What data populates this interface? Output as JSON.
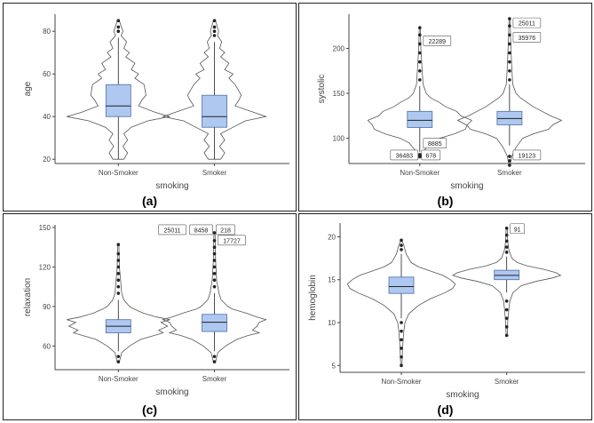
{
  "colors": {
    "box_fill": "#aec8f0",
    "box_stroke": "#4a6fa8",
    "violin_stroke": "#555555",
    "point": "#222222",
    "axis": "#444444"
  },
  "chart_data": [
    {
      "type": "violin",
      "caption": "(a)",
      "xlabel": "smoking",
      "ylabel": "age",
      "ylim": [
        18,
        88
      ],
      "yticks": [
        20,
        40,
        60,
        80
      ],
      "categories": [
        "Non-Smoker",
        "Smoker"
      ],
      "groups": [
        {
          "name": "Non-Smoker",
          "q1": 40,
          "median": 45,
          "q3": 55,
          "whisker_low": 20,
          "whisker_high": 77,
          "outliers": [
            80,
            82,
            85
          ],
          "density": [
            [
              20,
              6
            ],
            [
              23,
              10
            ],
            [
              26,
              5
            ],
            [
              29,
              10
            ],
            [
              32,
              6
            ],
            [
              35,
              14
            ],
            [
              38,
              32
            ],
            [
              40,
              56
            ],
            [
              42,
              40
            ],
            [
              45,
              22
            ],
            [
              48,
              26
            ],
            [
              50,
              30
            ],
            [
              55,
              28
            ],
            [
              58,
              18
            ],
            [
              60,
              22
            ],
            [
              62,
              14
            ],
            [
              65,
              18
            ],
            [
              68,
              8
            ],
            [
              70,
              12
            ],
            [
              72,
              6
            ],
            [
              75,
              9
            ],
            [
              78,
              3
            ],
            [
              80,
              5
            ],
            [
              85,
              1
            ]
          ]
        },
        {
          "name": "Smoker",
          "q1": 35,
          "median": 40,
          "q3": 50,
          "whisker_low": 20,
          "whisker_high": 75,
          "outliers": [
            78,
            80,
            82,
            85
          ],
          "density": [
            [
              20,
              6
            ],
            [
              23,
              10
            ],
            [
              26,
              5
            ],
            [
              29,
              10
            ],
            [
              32,
              6
            ],
            [
              35,
              18
            ],
            [
              38,
              30
            ],
            [
              40,
              50
            ],
            [
              42,
              38
            ],
            [
              45,
              20
            ],
            [
              48,
              24
            ],
            [
              50,
              26
            ],
            [
              55,
              20
            ],
            [
              58,
              14
            ],
            [
              60,
              18
            ],
            [
              62,
              10
            ],
            [
              65,
              14
            ],
            [
              68,
              6
            ],
            [
              70,
              10
            ],
            [
              72,
              5
            ],
            [
              75,
              7
            ],
            [
              78,
              3
            ],
            [
              80,
              4
            ],
            [
              85,
              1
            ]
          ]
        }
      ],
      "annotations": []
    },
    {
      "type": "violin",
      "caption": "(b)",
      "xlabel": "smoking",
      "ylabel": "systolic",
      "ylim": [
        72,
        238
      ],
      "yticks": [
        100,
        150,
        200
      ],
      "categories": [
        "Non-Smoker",
        "Smoker"
      ],
      "groups": [
        {
          "name": "Non-Smoker",
          "q1": 112,
          "median": 120,
          "q3": 130,
          "whisker_low": 85,
          "whisker_high": 158,
          "outliers": [
            80,
            82,
            165,
            175,
            185,
            195,
            205,
            215,
            223
          ],
          "density": [
            [
              78,
              1
            ],
            [
              85,
              3
            ],
            [
              95,
              10
            ],
            [
              100,
              18
            ],
            [
              105,
              32
            ],
            [
              110,
              42
            ],
            [
              115,
              44
            ],
            [
              120,
              48
            ],
            [
              125,
              38
            ],
            [
              130,
              34
            ],
            [
              135,
              24
            ],
            [
              140,
              18
            ],
            [
              145,
              10
            ],
            [
              150,
              6
            ],
            [
              160,
              3
            ],
            [
              180,
              2
            ],
            [
              200,
              1
            ],
            [
              223,
              0.5
            ]
          ]
        },
        {
          "name": "Smoker",
          "q1": 115,
          "median": 122,
          "q3": 130,
          "whisker_low": 92,
          "whisker_high": 160,
          "outliers": [
            70,
            75,
            80,
            165,
            175,
            185,
            195,
            205,
            215,
            225,
            233
          ],
          "density": [
            [
              70,
              0.5
            ],
            [
              80,
              2
            ],
            [
              90,
              6
            ],
            [
              100,
              12
            ],
            [
              105,
              22
            ],
            [
              110,
              36
            ],
            [
              115,
              40
            ],
            [
              120,
              48
            ],
            [
              125,
              38
            ],
            [
              130,
              30
            ],
            [
              135,
              22
            ],
            [
              140,
              16
            ],
            [
              145,
              10
            ],
            [
              150,
              6
            ],
            [
              160,
              3
            ],
            [
              180,
              2
            ],
            [
              210,
              1
            ],
            [
              233,
              0.5
            ]
          ]
        }
      ],
      "annotations": [
        {
          "group": 0,
          "labels": [
            "22289"
          ],
          "y": 208
        },
        {
          "group": 0,
          "labels": [
            "8885"
          ],
          "y": 94
        },
        {
          "group": 0,
          "labels": [
            "36483",
            "678"
          ],
          "y": 81
        },
        {
          "group": 1,
          "labels": [
            "25011"
          ],
          "y": 228
        },
        {
          "group": 1,
          "labels": [
            "35976"
          ],
          "y": 212
        },
        {
          "group": 1,
          "labels": [
            "19123"
          ],
          "y": 81
        }
      ]
    },
    {
      "type": "violin",
      "caption": "(c)",
      "xlabel": "smoking",
      "ylabel": "relaxation",
      "ylim": [
        42,
        152
      ],
      "yticks": [
        60,
        90,
        120,
        150
      ],
      "categories": [
        "Non-Smoker",
        "Smoker"
      ],
      "groups": [
        {
          "name": "Non-Smoker",
          "q1": 70,
          "median": 75,
          "q3": 80,
          "whisker_low": 56,
          "whisker_high": 95,
          "outliers": [
            48,
            52,
            100,
            105,
            110,
            115,
            120,
            125,
            130,
            137
          ],
          "density": [
            [
              48,
              1
            ],
            [
              55,
              3
            ],
            [
              60,
              10
            ],
            [
              65,
              20
            ],
            [
              68,
              32
            ],
            [
              70,
              40
            ],
            [
              72,
              36
            ],
            [
              75,
              44
            ],
            [
              78,
              38
            ],
            [
              80,
              46
            ],
            [
              82,
              34
            ],
            [
              85,
              22
            ],
            [
              88,
              14
            ],
            [
              90,
              10
            ],
            [
              95,
              5
            ],
            [
              100,
              3
            ],
            [
              110,
              2
            ],
            [
              120,
              1
            ],
            [
              137,
              0.5
            ]
          ]
        },
        {
          "name": "Smoker",
          "q1": 71,
          "median": 78,
          "q3": 84,
          "whisker_low": 56,
          "whisker_high": 100,
          "outliers": [
            48,
            52,
            105,
            110,
            115,
            120,
            125,
            130,
            135,
            140,
            146
          ],
          "density": [
            [
              48,
              1
            ],
            [
              55,
              3
            ],
            [
              60,
              10
            ],
            [
              65,
              20
            ],
            [
              68,
              30
            ],
            [
              70,
              40
            ],
            [
              72,
              34
            ],
            [
              75,
              38
            ],
            [
              78,
              40
            ],
            [
              80,
              46
            ],
            [
              82,
              38
            ],
            [
              85,
              28
            ],
            [
              88,
              16
            ],
            [
              90,
              12
            ],
            [
              95,
              6
            ],
            [
              100,
              4
            ],
            [
              110,
              2
            ],
            [
              125,
              1
            ],
            [
              146,
              0.5
            ]
          ]
        }
      ],
      "annotations": [
        {
          "group": 1,
          "labels": [
            "25011",
            "8458",
            "218"
          ],
          "y": 148
        },
        {
          "group": 1,
          "labels": [
            "17727"
          ],
          "y": 140
        }
      ]
    },
    {
      "type": "violin",
      "caption": "(d)",
      "xlabel": "smoking",
      "ylabel": "hemoglobin",
      "ylim": [
        4.2,
        21.6
      ],
      "yticks": [
        5,
        10,
        15,
        20
      ],
      "categories": [
        "Non-Smoker",
        "Smoker"
      ],
      "groups": [
        {
          "name": "Non-Smoker",
          "q1": 13.4,
          "median": 14.2,
          "q3": 15.3,
          "whisker_low": 10.5,
          "whisker_high": 18.0,
          "outliers": [
            5.0,
            6.0,
            7.0,
            8.0,
            9.0,
            10.0,
            18.5,
            19.0,
            19.6
          ],
          "density": [
            [
              5,
              0.5
            ],
            [
              7,
              1
            ],
            [
              9,
              2
            ],
            [
              10,
              3
            ],
            [
              11,
              6
            ],
            [
              12,
              14
            ],
            [
              12.8,
              24
            ],
            [
              13.5,
              36
            ],
            [
              14,
              42
            ],
            [
              14.5,
              44
            ],
            [
              15,
              40
            ],
            [
              15.5,
              34
            ],
            [
              16,
              24
            ],
            [
              16.5,
              14
            ],
            [
              17,
              8
            ],
            [
              18,
              4
            ],
            [
              19,
              2
            ],
            [
              19.6,
              0.5
            ]
          ]
        },
        {
          "name": "Smoker",
          "q1": 15.0,
          "median": 15.5,
          "q3": 16.1,
          "whisker_low": 13.5,
          "whisker_high": 17.7,
          "outliers": [
            8.5,
            9.5,
            10.5,
            11.5,
            12.5,
            18.2,
            18.8,
            19.5,
            20.2,
            21.0
          ],
          "density": [
            [
              8.5,
              0.5
            ],
            [
              10,
              1
            ],
            [
              11.5,
              2
            ],
            [
              12.5,
              3
            ],
            [
              13.5,
              6
            ],
            [
              14.3,
              14
            ],
            [
              14.8,
              28
            ],
            [
              15.2,
              44
            ],
            [
              15.5,
              52
            ],
            [
              15.8,
              48
            ],
            [
              16.2,
              36
            ],
            [
              16.6,
              20
            ],
            [
              17,
              10
            ],
            [
              17.5,
              5
            ],
            [
              18.5,
              2
            ],
            [
              19.5,
              1
            ],
            [
              21,
              0.5
            ]
          ]
        }
      ],
      "annotations": [
        {
          "group": 1,
          "labels": [
            "91"
          ],
          "y": 20.9
        }
      ]
    }
  ]
}
